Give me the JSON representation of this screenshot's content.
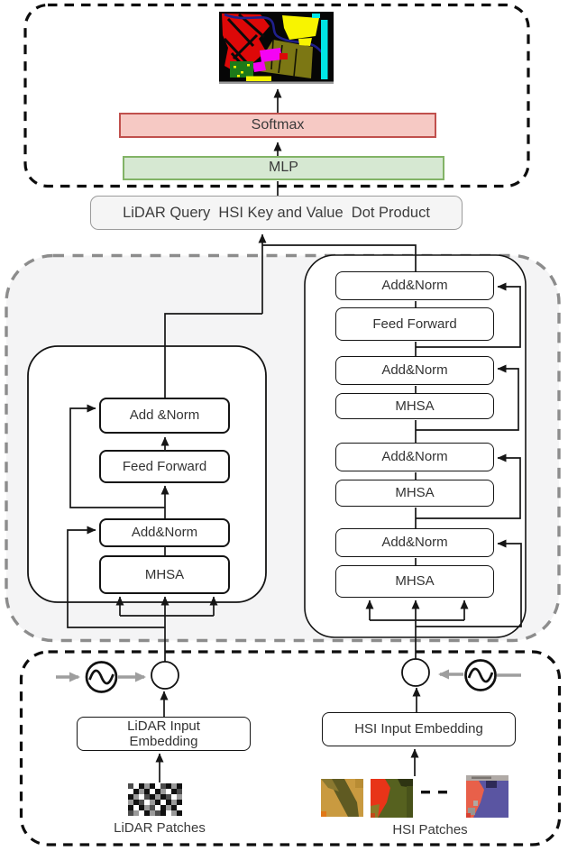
{
  "top_section": {
    "softmax_label": "Softmax",
    "mlp_label": "MLP",
    "output_image": "classification-map"
  },
  "fusion_bar": {
    "label": "LiDAR Query  HSI Key and Value  Dot Product"
  },
  "lidar_encoder": {
    "blocks": [
      "Add &Norm",
      "Feed Forward",
      "Add&Norm",
      "MHSA"
    ]
  },
  "hsi_encoder": {
    "blocks": [
      "Add&Norm",
      "Feed Forward",
      "Add&Norm",
      "MHSA",
      "Add&Norm",
      "MHSA",
      "Add&Norm",
      "MHSA"
    ]
  },
  "input_section": {
    "lidar_embedding_line1": "LiDAR Input",
    "lidar_embedding_line2": "Embedding",
    "hsi_embedding_label": "HSI Input Embedding",
    "lidar_patches_label": "LiDAR Patches",
    "hsi_patches_label": "HSI Patches"
  },
  "icons": {
    "positional_encoding": "sine-wave-circle",
    "add_node": "circle",
    "flow": "black-arrow",
    "pe_flow": "gray-arrow"
  },
  "colors": {
    "softmax_fill": "#f6c9c4",
    "softmax_border": "#c0504d",
    "mlp_fill": "#d6e8d2",
    "mlp_border": "#82b366",
    "fusion_fill": "#f5f5f5",
    "fusion_border": "#9b9b9b",
    "encoder_panel_fill": "#f4f4f5",
    "encoder_panel_dash": "#8c8c8c",
    "outer_dash": "#0d0d0d",
    "line": "#161616",
    "pe_arrow": "#9e9e9e"
  }
}
